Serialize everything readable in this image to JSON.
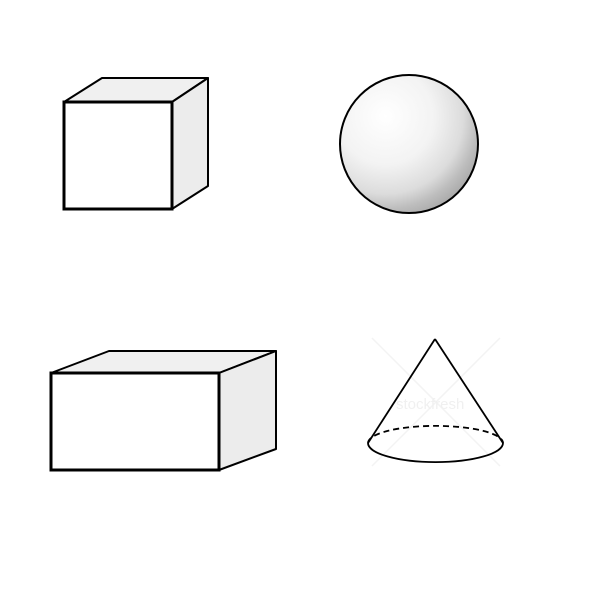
{
  "figure": {
    "background": "#ffffff",
    "stroke_color": "#000000",
    "face_light": "#ffffff",
    "face_side": "#ececec",
    "face_top": "#f0f0f0",
    "sphere_shadow": "#a9a9a9",
    "watermark": {
      "text": "stockfresh",
      "color": "#efefef"
    },
    "shapes": [
      {
        "id": "cube",
        "kind": "cube"
      },
      {
        "id": "sphere",
        "kind": "sphere"
      },
      {
        "id": "rectangular-prism",
        "kind": "rectangular-prism"
      },
      {
        "id": "cone",
        "kind": "cone",
        "base_hidden_edge": "dashed"
      }
    ]
  }
}
